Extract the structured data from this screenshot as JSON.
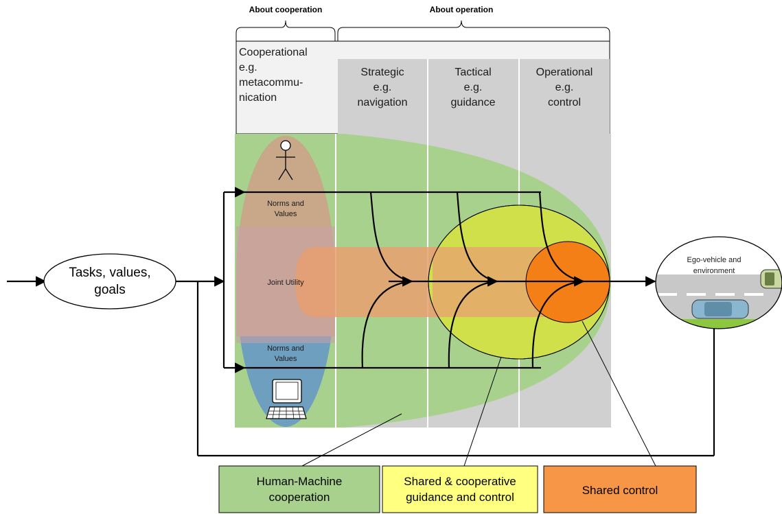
{
  "headers": {
    "about_cooperation": "About cooperation",
    "about_operation": "About operation"
  },
  "levels": {
    "cooperational": [
      "Cooperational",
      "e.g.",
      "metacommu-",
      "nication"
    ],
    "strategic": [
      "Strategic",
      "e.g.",
      "navigation"
    ],
    "tactical": [
      "Tactical",
      "e.g.",
      "guidance"
    ],
    "operational": [
      "Operational",
      "e.g.",
      "control"
    ]
  },
  "ellipse_labels": {
    "norms_top": [
      "Norms and",
      "Values"
    ],
    "joint_utility": "Joint Utility",
    "norms_bottom": [
      "Norms and",
      "Values"
    ]
  },
  "input_node": [
    "Tasks, values,",
    "goals"
  ],
  "output_node": [
    "Ego-vehicle and",
    "environment"
  ],
  "legend": {
    "hmc": [
      "Human-Machine",
      "cooperation"
    ],
    "shared_coop": [
      "Shared & cooperative",
      "guidance and control"
    ],
    "shared_control": [
      "Shared control"
    ]
  },
  "colors": {
    "hmc_green": "#a9d18e",
    "shared_coop_yellow": "#ffff80",
    "shared_control_orange": "#f79646",
    "column_grey": "#d0d0d0",
    "header_bg": "#f2f2f2",
    "human_ellipse": "#c9a88a",
    "machine_ellipse": "#6f9fbf",
    "joint_band": "#e8a070"
  },
  "icons": [
    "person-icon",
    "computer-icon",
    "car-icon"
  ]
}
